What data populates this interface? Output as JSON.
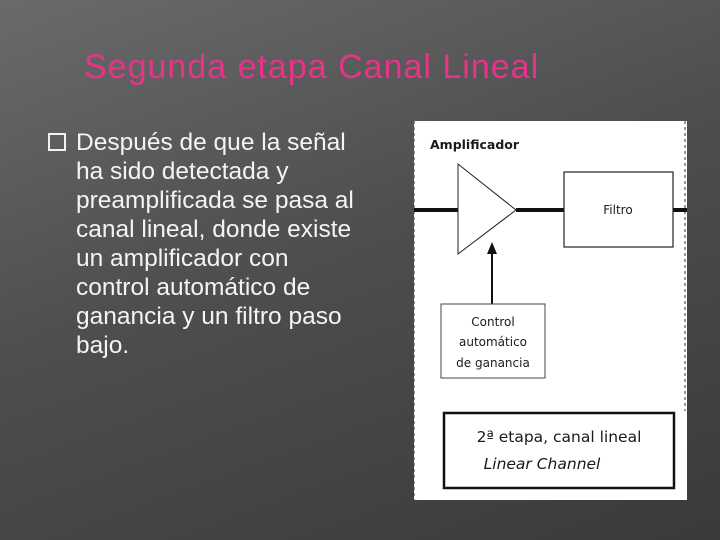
{
  "slide": {
    "title": "Segunda etapa Canal Lineal",
    "bullet": "Después de que la señal ha sido detectada y preamplificada se pasa al canal lineal, donde existe un amplificador con control automático de ganancia y un filtro paso bajo."
  },
  "diagram": {
    "amplifier_label": "Amplificador",
    "filter_label": "Filtro",
    "agc_label_lines": [
      "Control",
      "automático",
      "de ganancia"
    ],
    "stage_label": "2ª etapa, canal lineal",
    "stage_label_en": "Linear Channel"
  }
}
